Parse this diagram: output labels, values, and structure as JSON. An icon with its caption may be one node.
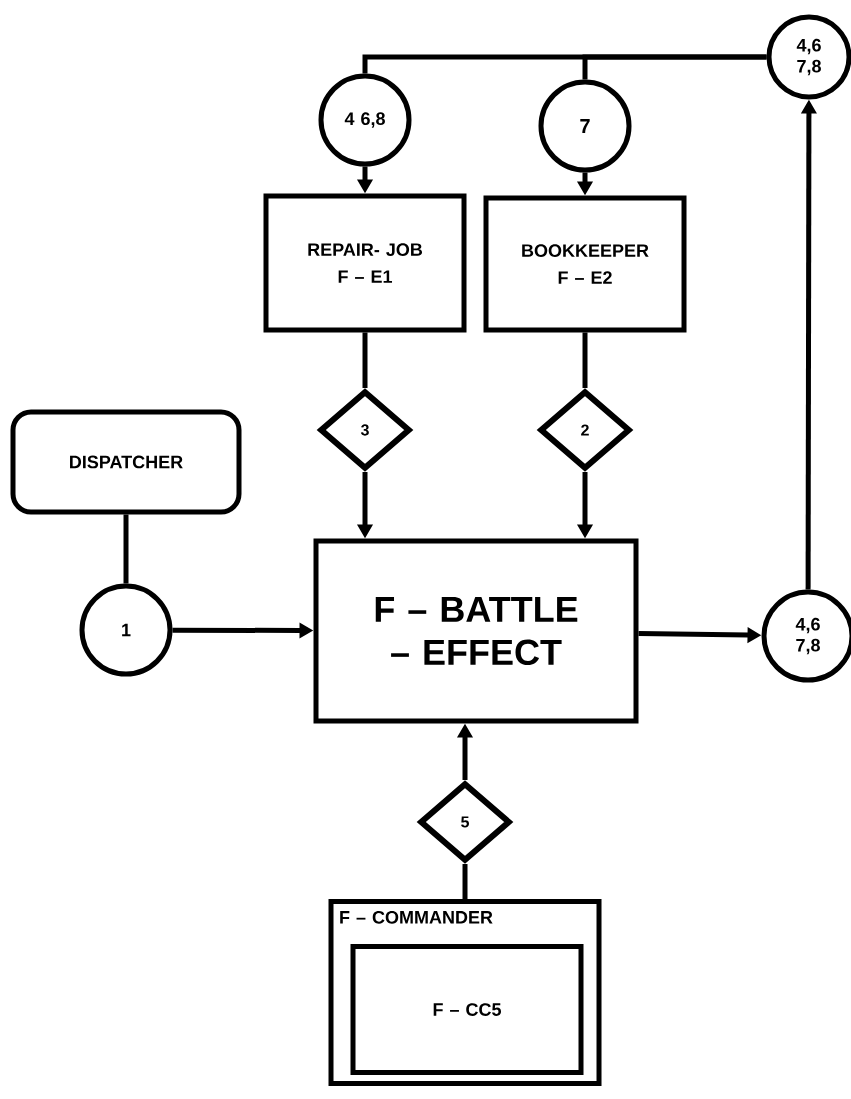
{
  "diagram": {
    "nodes": [
      {
        "text": [
          "4,6 7,8"
        ]
      },
      {
        "text": [
          "4 6,8"
        ]
      },
      {
        "text": [
          "7"
        ]
      },
      {
        "text": [
          "REPAIR- JOB",
          "F – E1"
        ]
      },
      {
        "text": [
          "BOOKKEEPER",
          "F – E2"
        ]
      },
      {
        "text": [
          "3"
        ]
      },
      {
        "text": [
          "2"
        ]
      },
      {
        "text": [
          "DISPATCHER"
        ]
      },
      {
        "text": [
          "1"
        ]
      },
      {
        "text": [
          "F – BATTLE – EFFECT"
        ]
      },
      {
        "text": [
          "4,6 7,8"
        ]
      },
      {
        "text": [
          "5"
        ]
      },
      {
        "text": [
          "F – COMMANDER"
        ]
      },
      {
        "text": [
          "F – CC5"
        ],
        "in": 12
      }
    ],
    "edges": [
      {
        "from": 0,
        "to": 1,
        "arrow": "none"
      },
      {
        "from": 0,
        "to": 2,
        "arrow": "none"
      },
      {
        "from": 1,
        "to": 3,
        "arrow": "to"
      },
      {
        "from": 2,
        "to": 4,
        "arrow": "to"
      },
      {
        "from": 3,
        "to": 5,
        "arrow": "none"
      },
      {
        "from": 4,
        "to": 6,
        "arrow": "none"
      },
      {
        "from": 5,
        "to": 9,
        "arrow": "to"
      },
      {
        "from": 6,
        "to": 9,
        "arrow": "to"
      },
      {
        "from": 7,
        "to": 8,
        "arrow": "none"
      },
      {
        "from": 8,
        "to": 9,
        "arrow": "to"
      },
      {
        "from": 9,
        "to": 10,
        "arrow": "to"
      },
      {
        "from": 10,
        "to": 0,
        "arrow": "to"
      },
      {
        "from": 12,
        "to": 11,
        "arrow": "none"
      },
      {
        "from": 11,
        "to": 9,
        "arrow": "to"
      }
    ]
  }
}
